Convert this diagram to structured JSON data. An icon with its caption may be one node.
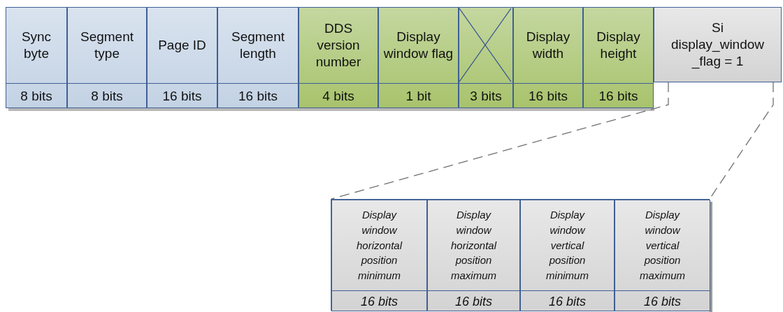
{
  "diagram": {
    "nodes": [
      {
        "text": [
          "Sync byte",
          "8 bits"
        ]
      },
      {
        "text": [
          "Segment type",
          "8 bits"
        ]
      },
      {
        "text": [
          "Page ID",
          "16 bits"
        ]
      },
      {
        "text": [
          "Segment length",
          "16 bits"
        ]
      },
      {
        "text": [
          "DDS version number",
          "4 bits"
        ]
      },
      {
        "text": [
          "Display window flag",
          "1 bit"
        ]
      },
      {
        "text": [
          "3 bits"
        ]
      },
      {
        "text": [
          "Display width",
          "16 bits"
        ]
      },
      {
        "text": [
          "Display height",
          "16 bits"
        ]
      },
      {
        "text": [
          "Si display_window _flag = 1"
        ]
      },
      {
        "text": [],
        "shape": "box"
      },
      {
        "text": [
          "Display window horizontal position minimum",
          "16 bits"
        ],
        "in": 10
      },
      {
        "text": [
          "Display window horizontal position maximum",
          "16 bits"
        ],
        "in": 10
      },
      {
        "text": [
          "Display window vertical position minimum",
          "16 bits"
        ],
        "in": 10
      },
      {
        "text": [
          "Display window vertical position maximum",
          "16 bits"
        ],
        "in": 10
      }
    ],
    "edges": [
      {
        "from": 9,
        "to": 10,
        "arrow": "none",
        "style": "dashed"
      },
      {
        "from": 9,
        "to": 10,
        "arrow": "none",
        "style": "dashed"
      }
    ]
  }
}
